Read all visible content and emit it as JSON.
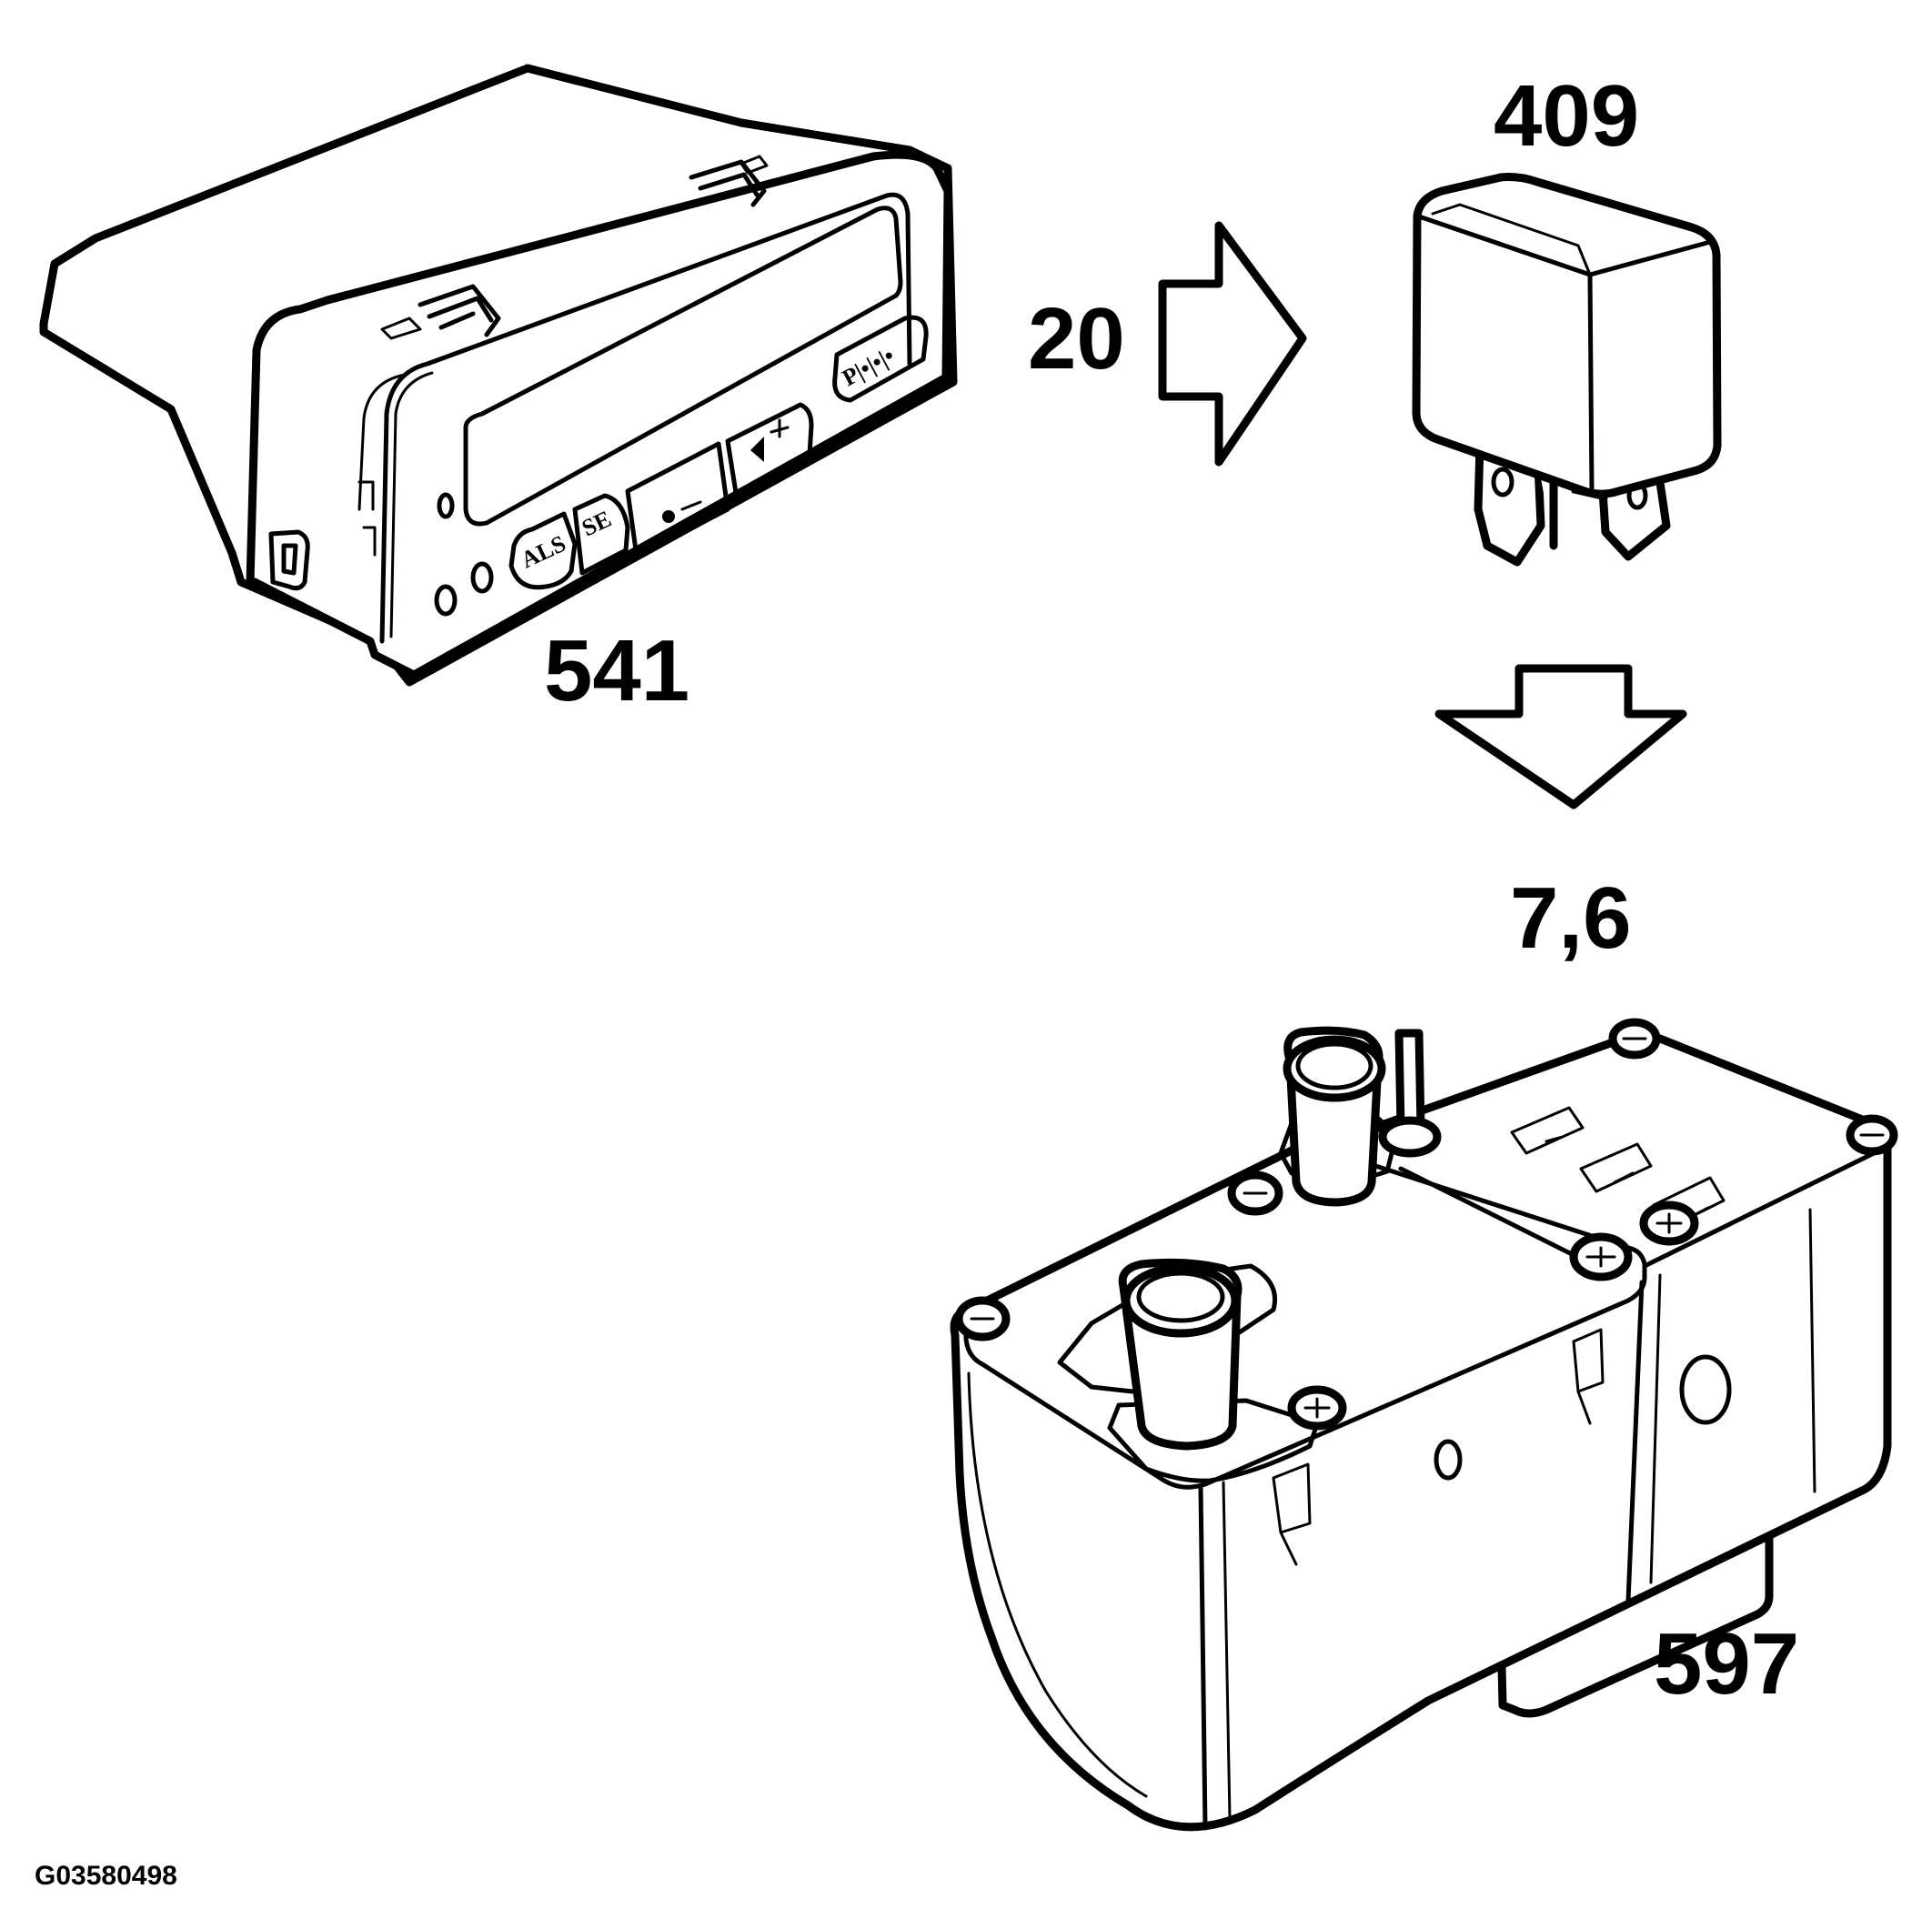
{
  "labels": {
    "control_panel": "541",
    "relay": "409",
    "heater": "597",
    "arrow_right_value": "20",
    "arrow_down_value": "7,6",
    "figure_code": "G03580498"
  }
}
